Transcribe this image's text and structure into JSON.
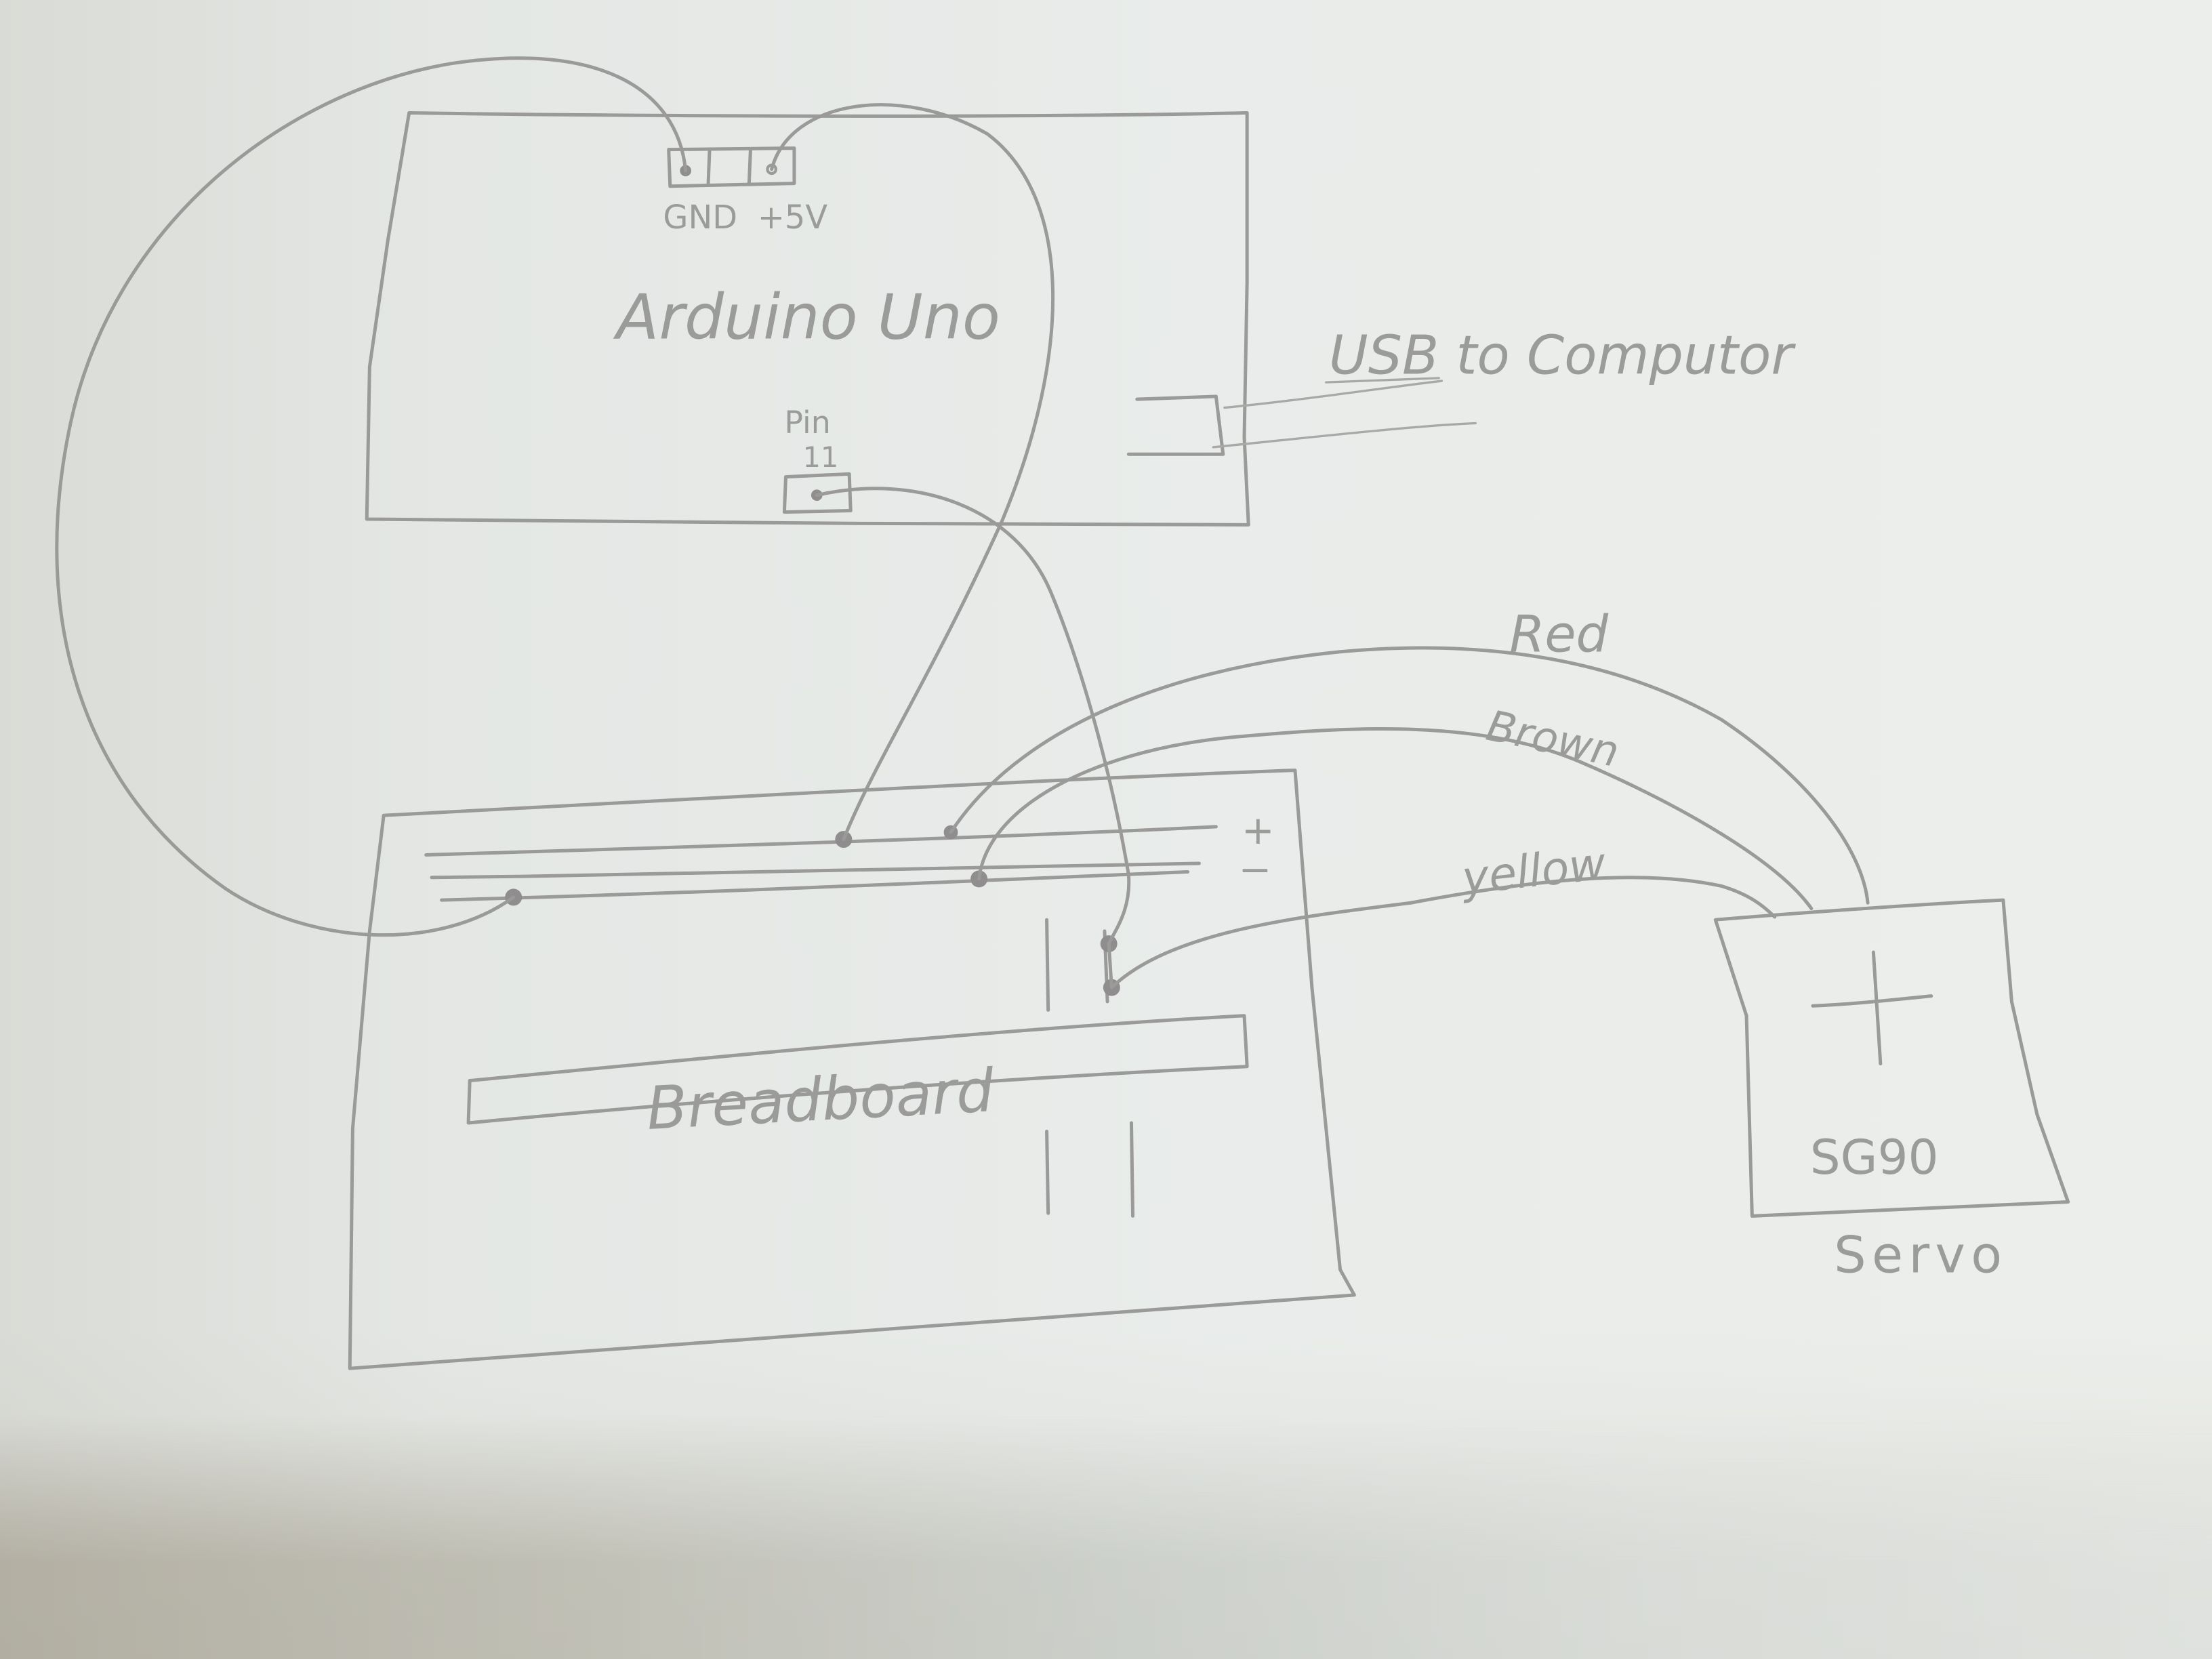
{
  "diagram": {
    "type": "hand-drawn wiring diagram",
    "stroke_color": "#9a9a98",
    "paper_color": "#e8ebe8",
    "arduino": {
      "label": "Arduino Uno",
      "header_label": "GND +5V",
      "gnd_label": "GND",
      "v5_label": "+5V",
      "pin_label_top": "Pin",
      "pin_label_num": "11"
    },
    "usb": {
      "label": "USB to Computor"
    },
    "breadboard": {
      "label": "Breadboard",
      "plus_rail_label": "+",
      "minus_rail_label": "−"
    },
    "servo": {
      "model_label": "SG90",
      "caption": "Servo"
    },
    "wires": [
      {
        "label": "Red",
        "from": "breadboard +",
        "to": "servo"
      },
      {
        "label": "Brown",
        "from": "breadboard −",
        "to": "servo"
      },
      {
        "label": "yellow",
        "from": "breadboard pin 11 row",
        "to": "servo"
      }
    ],
    "connections": [
      {
        "from": "GND",
        "to": "breadboard − rail"
      },
      {
        "from": "+5V",
        "to": "breadboard + rail"
      },
      {
        "from": "Pin 11",
        "to": "breadboard row"
      }
    ]
  }
}
